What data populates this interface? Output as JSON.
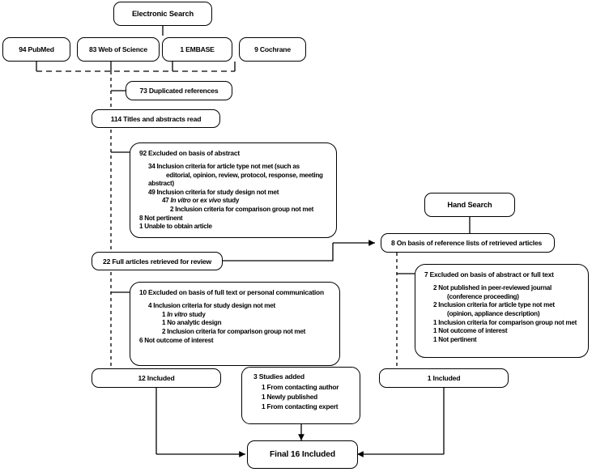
{
  "diagram": {
    "type": "prisma-flow-diagram",
    "title": "Electronic Search",
    "line_color": "#000000",
    "box_border_color": "#000000",
    "background": "#ffffff"
  },
  "electronic_search": {
    "header": "Electronic Search",
    "sources": [
      {
        "label": "94 PubMed"
      },
      {
        "label": "83 Web of Science"
      },
      {
        "label": "1 EMBASE"
      },
      {
        "label": "9 Cochrane"
      }
    ],
    "duplicates": "73 Duplicated references",
    "titles_abstracts": "114 Titles and abstracts read",
    "excluded_abstract": {
      "title": "92 Excluded on basis of abstract",
      "items": [
        {
          "text": "34 Inclusion criteria for article type not met (such as editorial, opinion, review, protocol, response, meeting abstract)",
          "indent": 1,
          "wrap": true
        },
        {
          "text": "49 Inclusion criteria for study design not met",
          "indent": 1,
          "wrap": false
        },
        {
          "text": "47 In vitro or ex vivo study",
          "indent": 2,
          "wrap": false,
          "italic": "In vitro or ex vivo"
        },
        {
          "text": "2 Inclusion criteria for comparison group not met",
          "indent": 3,
          "wrap": false
        },
        {
          "text": "8 Not pertinent",
          "indent": 0,
          "wrap": false
        },
        {
          "text": "1 Unable to obtain article",
          "indent": 0,
          "wrap": false
        }
      ]
    },
    "full_articles": "22 Full articles retrieved for review",
    "excluded_fulltext": {
      "title": "10 Excluded on basis of full text or personal communication",
      "items": [
        {
          "text": "4 Inclusion criteria for study design not met",
          "indent": 1
        },
        {
          "text": "1 In vitro study",
          "indent": 2,
          "italic": "In vitro"
        },
        {
          "text": "1 No analytic design",
          "indent": 2
        },
        {
          "text": "2 Inclusion criteria for comparison group not met",
          "indent": 2
        },
        {
          "text": "6 Not outcome of interest",
          "indent": 0
        }
      ]
    },
    "included": "12 Included"
  },
  "hand_search": {
    "header": "Hand Search",
    "reference_lists": "8 On basis of reference lists of retrieved articles",
    "excluded": {
      "title": "7 Excluded on basis of abstract or full text",
      "items": [
        {
          "text": "2 Not published in peer-reviewed journal",
          "indent": 1
        },
        {
          "text": "(conference proceeding)",
          "indent": 2
        },
        {
          "text": "2 Inclusion criteria for article type not met",
          "indent": 1
        },
        {
          "text": "(opinion, appliance description)",
          "indent": 2
        },
        {
          "text": "1 Inclusion criteria for comparison group not met",
          "indent": 1
        },
        {
          "text": "1 Not outcome of interest",
          "indent": 1
        },
        {
          "text": "1 Not pertinent",
          "indent": 1
        }
      ]
    },
    "included": "1 Included"
  },
  "studies_added": {
    "title": "3 Studies added",
    "items": [
      "1 From contacting author",
      "1 Newly published",
      "1 From contacting expert"
    ]
  },
  "final": {
    "label": "Final 16 Included"
  }
}
